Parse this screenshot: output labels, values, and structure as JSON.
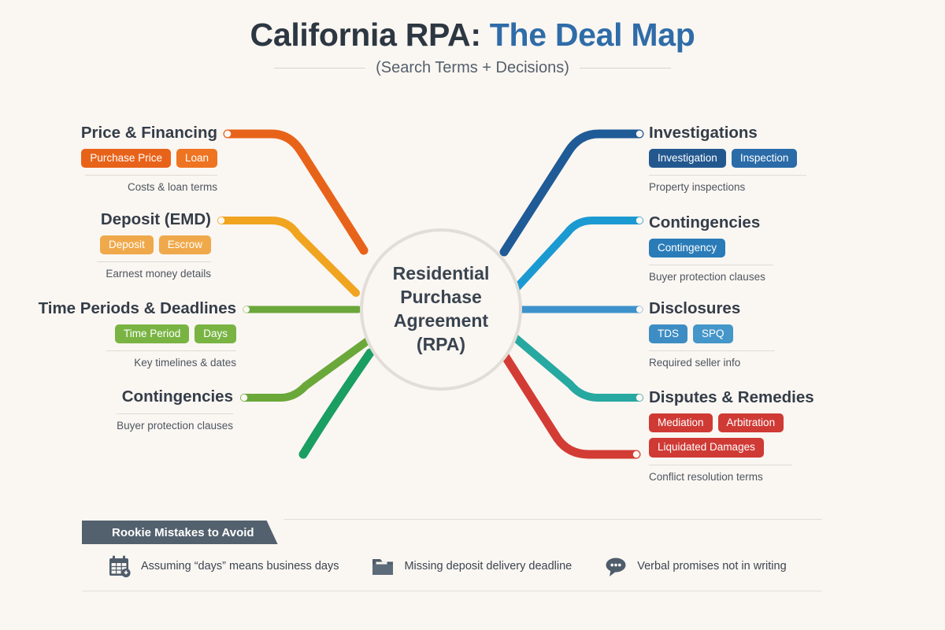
{
  "header": {
    "title_primary": "California RPA:",
    "title_accent": "The Deal Map",
    "subtitle": "(Search Terms + Decisions)"
  },
  "hub": {
    "label": "Residential\nPurchase\nAgreement\n(RPA)"
  },
  "colors": {
    "background": "#faf6f2",
    "title_primary": "#2c3742",
    "title_accent": "#2f6ca8",
    "hub_ring": "#e2ddd7",
    "ribbon": "#53616e",
    "divider": "#e0dad3"
  },
  "branches": [
    {
      "id": "price-financing",
      "side": "left",
      "title": "Price & Financing",
      "subtitle": "Costs & loan terms",
      "color": "#e8631a",
      "chips": [
        "Purchase Price",
        "Loan"
      ],
      "divider_width": 168
    },
    {
      "id": "deposit-emd",
      "side": "left",
      "title": "Deposit (EMD)",
      "subtitle": "Earnest money details",
      "color": "#f0a41f",
      "chips": [
        "Deposit",
        "Escrow"
      ],
      "divider_width": 145
    },
    {
      "id": "time-periods-deadlines",
      "side": "left",
      "title": "Time Periods & Deadlines",
      "subtitle": "Key timelines & dates",
      "color": "#6aa83a",
      "chips": [
        "Time Period",
        "Days"
      ],
      "divider_width": 165
    },
    {
      "id": "contingencies-left",
      "side": "left",
      "title": "Contingencies",
      "subtitle": "Buyer protection clauses",
      "color": "#6aa83a",
      "chips": [],
      "divider_width": 148
    },
    {
      "id": "investigations",
      "side": "right",
      "title": "Investigations",
      "subtitle": "Property inspections",
      "color": "#1f5b96",
      "chips": [
        "Investigation",
        "Inspection"
      ],
      "divider_width": 200
    },
    {
      "id": "contingencies-right",
      "side": "right",
      "title": "Contingencies",
      "subtitle": "Buyer protection clauses",
      "color": "#1b9ad2",
      "chips": [
        "Contingency"
      ],
      "divider_width": 158
    },
    {
      "id": "disclosures",
      "side": "right",
      "title": "Disclosures",
      "subtitle": "Required seller info",
      "color": "#3d92cc",
      "chips": [
        "TDS",
        "SPQ"
      ],
      "divider_width": 160
    },
    {
      "id": "disputes-remedies",
      "side": "right",
      "title": "Disputes & Remedies",
      "subtitle": "Conflict resolution terms",
      "color": "#27a8a0",
      "chips": [
        "Mediation",
        "Arbitration",
        "Liquidated Damages"
      ],
      "divider_width": 182
    }
  ],
  "chip_colors": {
    "purchase-price": "#e8631a",
    "loan": "#ee7422",
    "deposit": "#efa94a",
    "escrow": "#efa94a",
    "time-period": "#79b443",
    "days": "#79b443",
    "investigation": "#23588f",
    "inspection": "#2a6ba8",
    "contingency": "#2a7cb8",
    "tds": "#3d8dc4",
    "spq": "#4596c9",
    "mediation": "#cf3a35",
    "arbitration": "#cf3a35",
    "liquidated-damages": "#cf3a35"
  },
  "footer": {
    "ribbon_label": "Rookie Mistakes to Avoid",
    "mistakes": [
      {
        "icon": "calendar-icon",
        "text": "Assuming “days” means business days"
      },
      {
        "icon": "folder-icon",
        "text": "Missing deposit delivery deadline"
      },
      {
        "icon": "speech-bubble-icon",
        "text": "Verbal promises not in writing"
      }
    ]
  }
}
